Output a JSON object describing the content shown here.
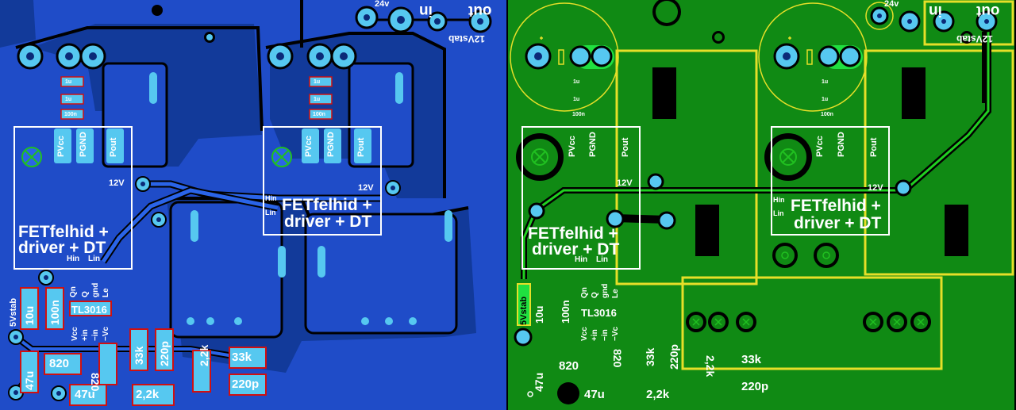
{
  "left_board": {
    "top_labels": {
      "v24": "24v",
      "in": "in",
      "out": "out",
      "v12stab": "12Vstab"
    },
    "modules": [
      {
        "title_line1": "FETfelhid +",
        "title_line2": "driver + DT",
        "pin_pvcc": "PVcc",
        "pin_pgnd": "PGND",
        "pin_pout": "Pout",
        "v12": "12V",
        "hin": "Hin",
        "lin": "Lin",
        "cap1": "1u",
        "cap2": "1u",
        "cap3": "100n"
      },
      {
        "title_line1": "FETfelhid +",
        "title_line2": "driver + DT",
        "pin_pvcc": "PVcc",
        "pin_pgnd": "PGND",
        "pin_pout": "Pout",
        "v12": "12V",
        "hin": "Hin",
        "lin": "Lin",
        "cap1": "1u",
        "cap2": "1u",
        "cap3": "100n"
      }
    ],
    "parts": {
      "v5stab": "5Vstab",
      "c10u": "10u",
      "c100n": "100n",
      "tl3016": "TL3016",
      "qn": "Qn",
      "q": "Q",
      "gnd": "gnd",
      "le": "Le",
      "vcc": "Vcc",
      "pin_plus": "+in",
      "pin_minus": "−in",
      "vc": "−Vc",
      "r820a": "820",
      "r820b": "820",
      "r33k_v": "33k",
      "c220p_v": "220p",
      "r2k2_v": "2,2k",
      "r33k_h": "33k",
      "c220p_h": "220p",
      "c47u_a": "47u",
      "c47u_b": "47u",
      "r2k2_h": "2,2k"
    }
  },
  "right_board": {
    "top_labels": {
      "v24": "24v",
      "in": "in",
      "out": "out",
      "v12stab": "12Vstab"
    },
    "parts": {
      "v5stab": "5Vstab",
      "c10u": "10u",
      "c100n": "100n",
      "tl3016": "TL3016",
      "qn": "Qn",
      "q": "Q",
      "gnd": "gnd",
      "le": "Le",
      "vcc": "Vcc",
      "pin_plus": "+in",
      "pin_minus": "−in",
      "vc": "−Vc",
      "r820a": "820",
      "r820b": "820",
      "r33k_v": "33k",
      "c220p_v": "220p",
      "r2k2_v": "2,2k",
      "r33k_h": "33k",
      "c220p_h": "220p",
      "c47u_a": "47u",
      "c47u_b": "47u",
      "r2k2_h": "2,2k"
    }
  },
  "colors": {
    "left_board": "#1f4cc8",
    "right_board": "#108a14",
    "pad": "#56c8f0",
    "pad_mask": "#7cd8f8",
    "silkscreen": "#ffffff",
    "outline_yellow": "#e6df28",
    "footprint_red": "#d01010",
    "trace_dark": "#0b2a78",
    "fill_dark": "#123a9a"
  }
}
